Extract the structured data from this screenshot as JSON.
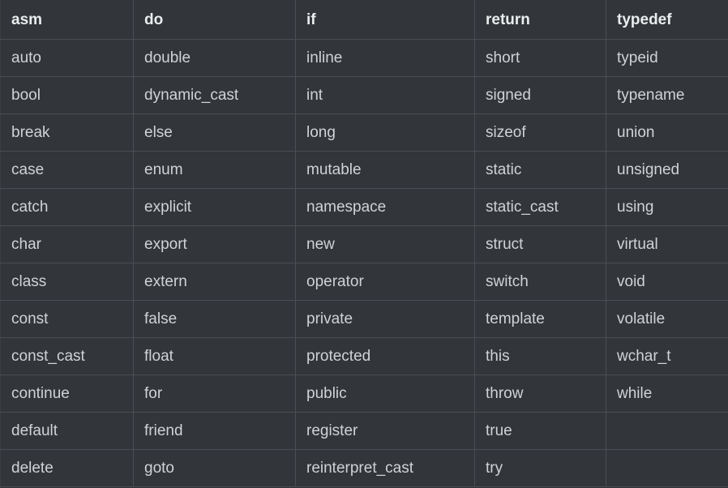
{
  "table": {
    "headers": [
      "asm",
      "do",
      "if",
      "return",
      "typedef"
    ],
    "rows": [
      [
        "auto",
        "double",
        "inline",
        "short",
        "typeid"
      ],
      [
        "bool",
        "dynamic_cast",
        "int",
        "signed",
        "typename"
      ],
      [
        "break",
        "else",
        "long",
        "sizeof",
        "union"
      ],
      [
        "case",
        "enum",
        "mutable",
        "static",
        "unsigned"
      ],
      [
        "catch",
        "explicit",
        "namespace",
        "static_cast",
        "using"
      ],
      [
        "char",
        "export",
        "new",
        "struct",
        "virtual"
      ],
      [
        "class",
        "extern",
        "operator",
        "switch",
        "void"
      ],
      [
        "const",
        "false",
        "private",
        "template",
        "volatile"
      ],
      [
        "const_cast",
        "float",
        "protected",
        "this",
        "wchar_t"
      ],
      [
        "continue",
        "for",
        "public",
        "throw",
        "while"
      ],
      [
        "default",
        "friend",
        "register",
        "true",
        ""
      ],
      [
        "delete",
        "goto",
        "reinterpret_cast",
        "try",
        ""
      ]
    ]
  }
}
